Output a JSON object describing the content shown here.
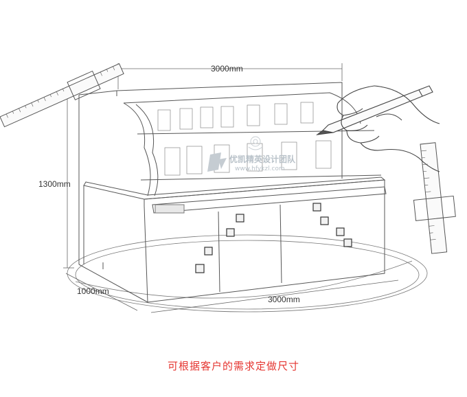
{
  "dimensions": {
    "width_top": "3000mm",
    "height": "1300mm",
    "depth": "1000mm",
    "width_bottom": "3000mm"
  },
  "watermark": {
    "name": "优凯精英设计团队",
    "url": "www.hfykzl.com"
  },
  "caption": "可根据客户的需求定做尺寸",
  "colors": {
    "line": "#555555",
    "caption": "#e53530",
    "watermark": "#b9c2c9"
  }
}
